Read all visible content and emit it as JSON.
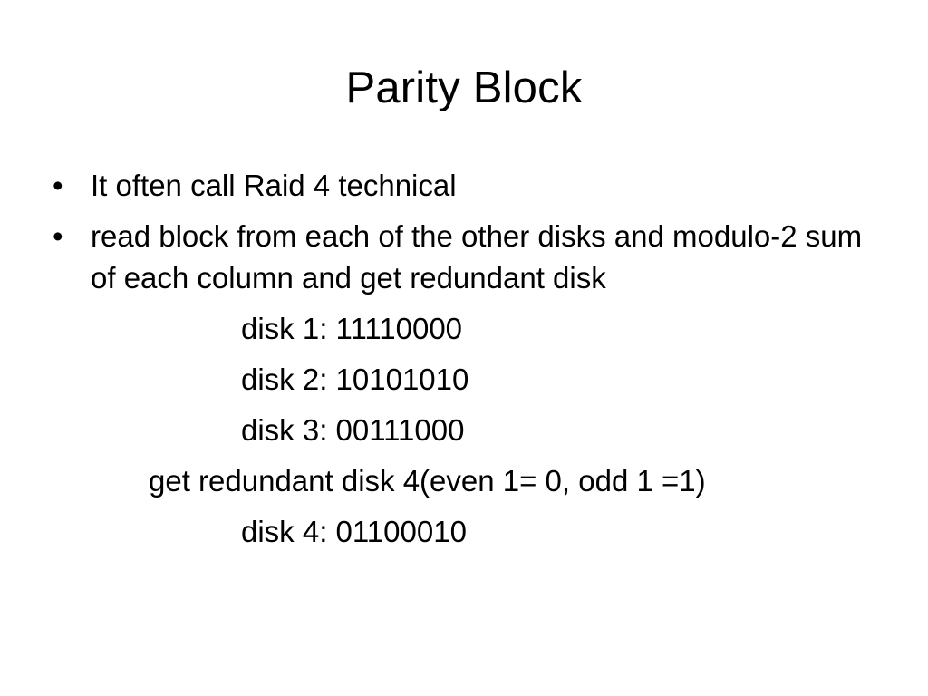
{
  "slide": {
    "title": "Parity Block",
    "bullets": [
      {
        "text": "It often call Raid 4 technical"
      },
      {
        "text": "read block from each of the other disks and modulo-2 sum of each column and get redundant disk"
      }
    ],
    "lines": [
      {
        "text": "disk 1: 11110000"
      },
      {
        "text": "disk 2: 10101010"
      },
      {
        "text": "disk 3: 00111000"
      },
      {
        "text": "get redundant disk 4(even 1= 0, odd 1 =1)"
      },
      {
        "text": "disk 4: 01100010"
      }
    ],
    "bullet_glyph": "•"
  }
}
